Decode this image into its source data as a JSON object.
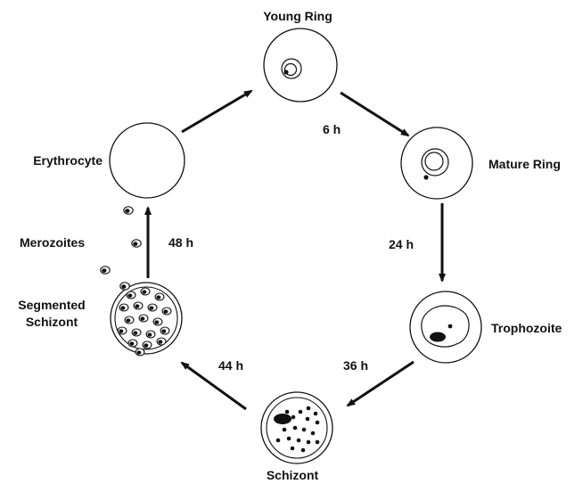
{
  "stages": {
    "young_ring": "Young Ring",
    "mature_ring": "Mature Ring",
    "trophozoite": "Trophozoite",
    "schizont": "Schizont",
    "segmented_line1": "Segmented",
    "segmented_line2": "Schizont",
    "erythrocyte": "Erythrocyte",
    "merozoites": "Merozoites"
  },
  "times": {
    "t6": "6 h",
    "t24": "24 h",
    "t36": "36 h",
    "t44": "44 h",
    "t48": "48 h"
  },
  "colors": {
    "ink": "#111111",
    "background": "#ffffff"
  }
}
